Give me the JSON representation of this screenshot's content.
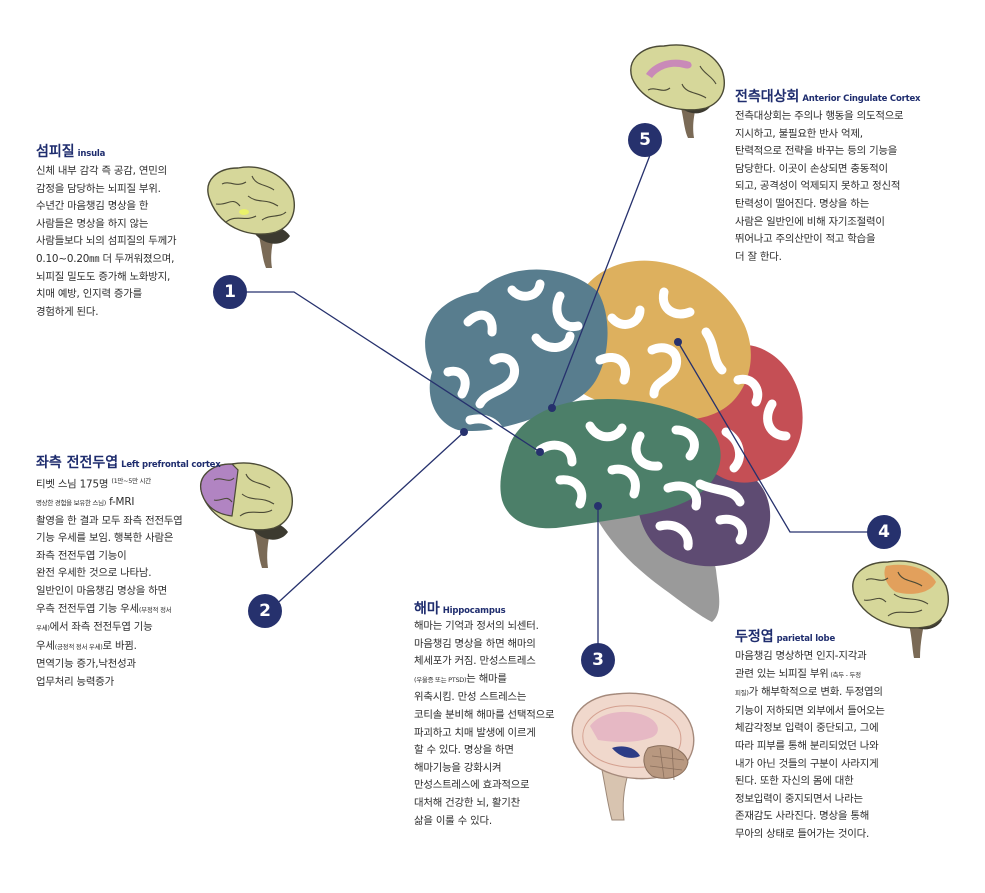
{
  "colors": {
    "navy": "#26316d",
    "frontal_blue": "#587d8e",
    "parietal_gold": "#ddb05e",
    "occipital_red": "#c54f55",
    "temporal_green": "#4c7f69",
    "cerebellum_purple": "#5e4b72",
    "stem_gray": "#9a9a9a"
  },
  "sections": {
    "insula": {
      "number": "1",
      "title_ko": "섬피질",
      "title_en": "insula",
      "lines": [
        "신체 내부 감각 즉 공감, 연민의",
        "감정을 담당하는 뇌피질 부위.",
        "수년간 마음챙김 명상을 한",
        "사람들은 명상을 하지 않는",
        "사람들보다 뇌의 섬피질의 두께가",
        "0.10~0.20㎜ 더 두꺼워졌으며,",
        "뇌피질 밀도도 증가해 노화방지,",
        "치매 예방, 인지력 증가를",
        "경험하게 된다."
      ]
    },
    "prefrontal": {
      "number": "2",
      "title_ko": "좌측 전전두엽",
      "title_en": "Left prefrontal cortex",
      "line1_main": "티벳 스님 175명",
      "line1_note": "(1만~5만 시간",
      "line2_note": "명상한 경험을 보유한 스님)",
      "line2_main": " f-MRI",
      "lines_a": [
        "촬영을 한 결과 모두 좌측 전전두엽",
        "기능 우세를 보임. 행복한 사람은",
        "좌측 전전두엽 기능이",
        "완전 우세한 것으로 나타남.",
        "일반인이 마음챙김 명상을 하면"
      ],
      "line8_main": "우측 전전두엽 기능 우세",
      "line8_note": "(부정적 정서",
      "line9_note": "우세)",
      "line9_main": "에서 좌측 전전두엽 기능",
      "line10_main1": "우세",
      "line10_note": "(긍정적 정서 우세)",
      "line10_main2": "로 바뀜.",
      "lines_b": [
        "면역기능 증가,낙천성과",
        "업무처리 능력증가"
      ]
    },
    "hippocampus": {
      "number": "3",
      "title_ko": "해마",
      "title_en": "Hippocampus",
      "lines_a": [
        "해마는 기억과 정서의 뇌센터.",
        "마음챙김 명상을 하면 해마의",
        "체세포가 커짐. 만성스트레스"
      ],
      "line4_note": "(우울증 또는 PTSD)",
      "line4_main": "는 해마를",
      "lines_b": [
        "위축시킴. 만성 스트레스는",
        "코티솔 분비해 해마를 선택적으로",
        "파괴하고 치매 발생에 이르게",
        "할 수 있다. 명상을 하면",
        "해마기능을 강화시켜",
        "만성스트레스에 효과적으로",
        "대처해 건강한 뇌, 활기찬",
        "삶을 이룰 수 있다."
      ]
    },
    "parietal": {
      "number": "4",
      "title_ko": "두정엽",
      "title_en": "parietal lobe",
      "line1": "마음챙김 명상하면 인지-지각과",
      "line2_main": "관련 있는 뇌피질 부위",
      "line2_note": " (측두 - 두정",
      "line3_note": "피질)",
      "line3_main": "가 해부학적으로 변화. 두정엽의",
      "lines": [
        "기능이 저하되면 외부에서 들어오는",
        "체감각정보 입력이 중단되고, 그에",
        "따라 피부를 통해 분리되었던 나와",
        "내가 아닌 것들의 구분이 사라지게",
        "된다. 또한 자신의 몸에 대한",
        "정보입력이 중지되면서 나라는",
        "존재감도 사라진다. 명상을 통해",
        "무아의 상태로 들어가는 것이다."
      ]
    },
    "acc": {
      "number": "5",
      "title_ko": "전측대상회",
      "title_en": "Anterior Cingulate Cortex",
      "lines": [
        "전측대상회는 주의나 행동을 의도적으로",
        "지시하고, 불필요한 반사 억제,",
        "탄력적으로 전략을 바꾸는 등의 기능을",
        "담당한다. 이곳이 손상되면 충동적이",
        "되고, 공격성이 억제되지 못하고 정신적",
        "탄력성이 떨어진다. 명상을 하는",
        "사람은 일반인에 비해 자기조절력이",
        "뛰어나고 주의산만이 적고 학습을",
        "더 잘 한다."
      ]
    }
  }
}
